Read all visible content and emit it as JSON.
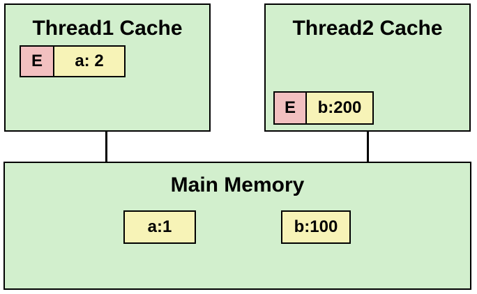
{
  "colors": {
    "box_fill": "#d2efcd",
    "state_fill": "#f2c0c0",
    "value_fill": "#f7f3b7",
    "stroke": "#000000"
  },
  "thread1_cache": {
    "title": "Thread1 Cache",
    "line": {
      "state": "E",
      "value": "a: 2"
    }
  },
  "thread2_cache": {
    "title": "Thread2 Cache",
    "line": {
      "state": "E",
      "value": "b:200"
    }
  },
  "main_memory": {
    "title": "Main Memory",
    "cells": [
      "a:1",
      "b:100"
    ]
  }
}
